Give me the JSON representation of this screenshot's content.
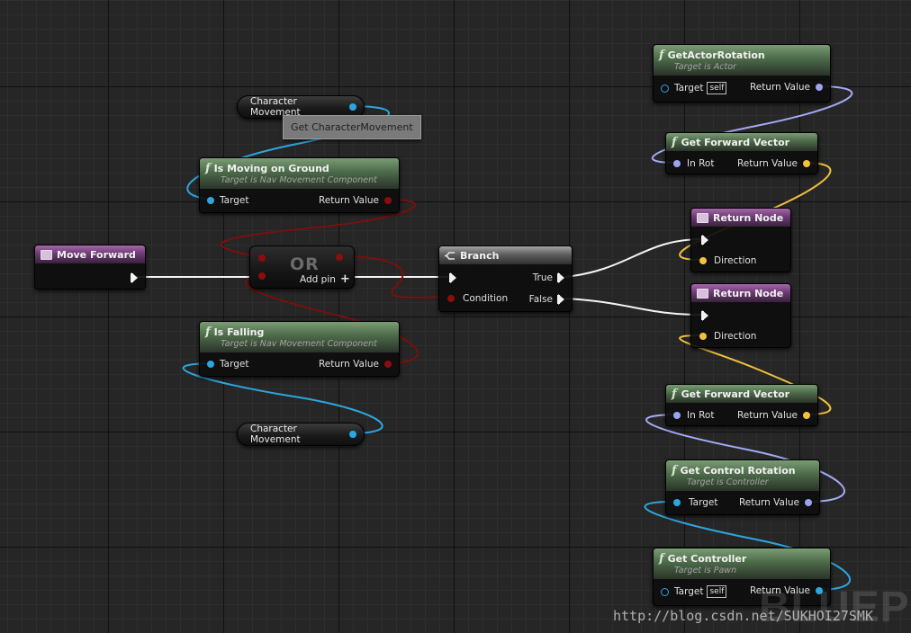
{
  "var_nodes": {
    "char_movement_top": "Character Movement",
    "char_movement_bottom": "Character Movement"
  },
  "tooltip": "Get CharacterMovement",
  "is_moving_on_ground": {
    "title": "Is Moving on Ground",
    "subtitle": "Target is Nav Movement Component",
    "target": "Target",
    "return_value": "Return Value"
  },
  "move_forward": {
    "title": "Move Forward"
  },
  "or_node": {
    "title": "OR",
    "add_pin": "Add pin"
  },
  "is_falling": {
    "title": "Is Falling",
    "subtitle": "Target is Nav Movement Component",
    "target": "Target",
    "return_value": "Return Value"
  },
  "branch": {
    "title": "Branch",
    "true_label": "True",
    "false_label": "False",
    "condition": "Condition"
  },
  "get_actor_rotation": {
    "title": "GetActorRotation",
    "subtitle": "Target is Actor",
    "target": "Target",
    "self": "self",
    "return_value": "Return Value"
  },
  "get_forward_vector_1": {
    "title": "Get Forward Vector",
    "in_rot": "In Rot",
    "return_value": "Return Value"
  },
  "return_node_1": {
    "title": "Return Node",
    "direction": "Direction"
  },
  "return_node_2": {
    "title": "Return Node",
    "direction": "Direction"
  },
  "get_forward_vector_2": {
    "title": "Get Forward Vector",
    "in_rot": "In Rot",
    "return_value": "Return Value"
  },
  "get_control_rotation": {
    "title": "Get Control Rotation",
    "subtitle": "Target is Controller",
    "target": "Target",
    "return_value": "Return Value"
  },
  "get_controller": {
    "title": "Get Controller",
    "subtitle": "Target is Pawn",
    "target": "Target",
    "self": "self",
    "return_value": "Return Value"
  },
  "watermark": {
    "url": "http://blog.csdn.net/SUKHOI27SMK",
    "big_text": "BLUEP"
  },
  "colors": {
    "exec_wire": "#ffffff",
    "bool_wire": "#7a0f0f",
    "object_wire": "#2da6e0",
    "rotator_wire": "#a3aaf5",
    "vector_wire": "#f2c23b",
    "function_header": "#4c6a49",
    "event_header": "#6f3b76"
  },
  "icons": {
    "function": "function-f-icon",
    "event": "event-node-icon",
    "branch": "branch-icon",
    "add_pin": "plus-icon"
  }
}
